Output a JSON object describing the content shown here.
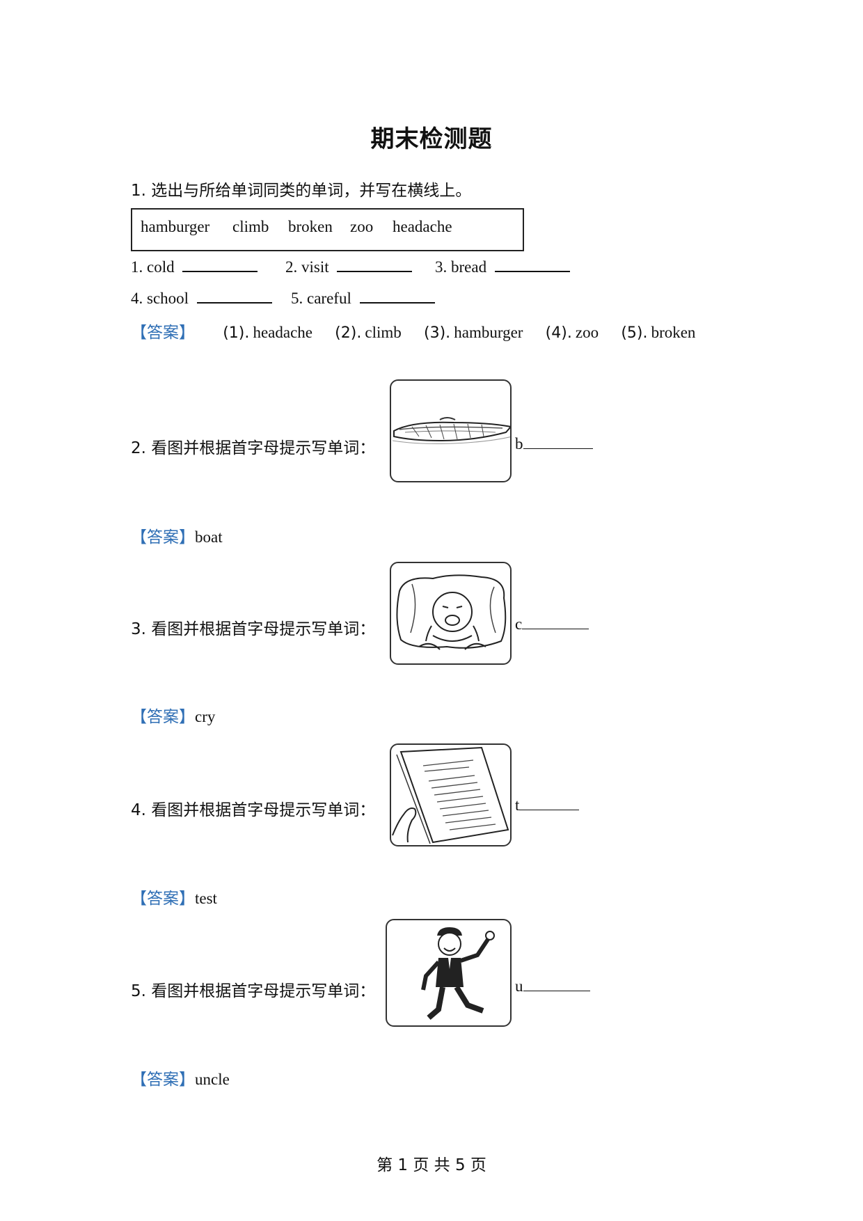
{
  "title": "期末检测题",
  "q1": {
    "prompt": "1. 选出与所给单词同类的单词，并写在横线上。",
    "box_words": [
      "hamburger",
      "climb",
      "broken",
      "zoo",
      "headache"
    ],
    "items": [
      {
        "label": "1. cold"
      },
      {
        "label": "2. visit"
      },
      {
        "label": "3. bread"
      },
      {
        "label": "4. school"
      },
      {
        "label": "5. careful"
      }
    ],
    "answer_label": "【答案】",
    "answers": [
      {
        "num": "(1).",
        "word": "headache"
      },
      {
        "num": "(2).",
        "word": "climb"
      },
      {
        "num": "(3).",
        "word": "hamburger"
      },
      {
        "num": "(4).",
        "word": "zoo"
      },
      {
        "num": "(5).",
        "word": "broken"
      }
    ]
  },
  "picture_questions": [
    {
      "prompt": "2. 看图并根据首字母提示写单词：",
      "letter": "b",
      "answer_label": "【答案】",
      "answer": "boat",
      "icon": "boat-icon"
    },
    {
      "prompt": "3. 看图并根据首字母提示写单词：",
      "letter": "c",
      "answer_label": "【答案】",
      "answer": "cry",
      "icon": "crying-baby-icon"
    },
    {
      "prompt": "4. 看图并根据首字母提示写单词：",
      "letter": "t",
      "answer_label": "【答案】",
      "answer": "test",
      "icon": "test-paper-icon"
    },
    {
      "prompt": "5. 看图并根据首字母提示写单词：",
      "letter": "u",
      "answer_label": "【答案】",
      "answer": "uncle",
      "icon": "waving-man-icon"
    }
  ],
  "footer": "第 1 页 共 5 页",
  "colors": {
    "answer_label": "#2f6fb5",
    "text": "#111111"
  }
}
